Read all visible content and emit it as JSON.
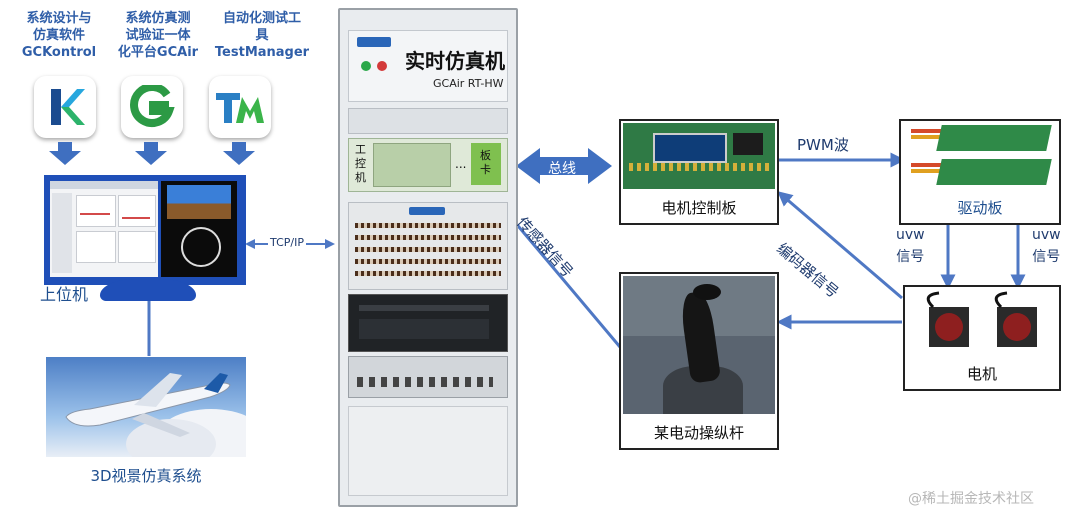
{
  "tools": [
    {
      "title": "系统设计与\n仿真软件\nGCKontrol",
      "logo": "K",
      "icon": "gckontrol-logo-icon"
    },
    {
      "title": "系统仿真测\n试验证一体\n化平台GCAir",
      "logo": "G",
      "icon": "gcair-logo-icon"
    },
    {
      "title": "自动化测试工\n具\nTestManager",
      "logo": "TM",
      "icon": "testmanager-logo-icon"
    }
  ],
  "nodes": {
    "host": "上位机",
    "visual": "3D视景仿真系统",
    "motor_controller": "电机控制板",
    "driver": "驱动板",
    "motor": "电机",
    "stick": "某电动操纵杆"
  },
  "rack": {
    "title": "实时仿真机",
    "model": "GCAir RT-HW",
    "ipc_label": "工\n控\n机",
    "card_label": "板\n卡",
    "ellipsis": "..."
  },
  "edges": {
    "tcp": "TCP/IP",
    "bus": "总线",
    "pwm": "PWM波",
    "uvw_left": "uvw\n信号",
    "uvw_right": "uvw\n信号",
    "encoder": "编码器信号",
    "sensor": "传感器信号"
  },
  "watermark": "@稀土掘金技术社区",
  "colors": {
    "arrow": "#4f78c4",
    "title_blue": "#2f5ea8"
  }
}
